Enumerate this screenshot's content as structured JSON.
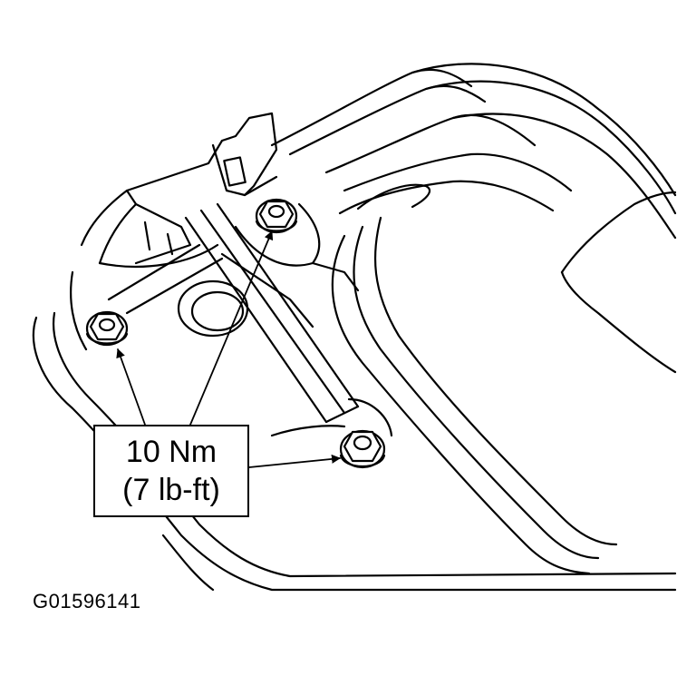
{
  "diagram": {
    "torque_callout": {
      "line1": "10 Nm",
      "line2": "(7 lb-ft)"
    },
    "figure_id": "G01596141",
    "fastener_count": 3
  },
  "colors": {
    "ink": "#000000",
    "paper": "#ffffff"
  }
}
